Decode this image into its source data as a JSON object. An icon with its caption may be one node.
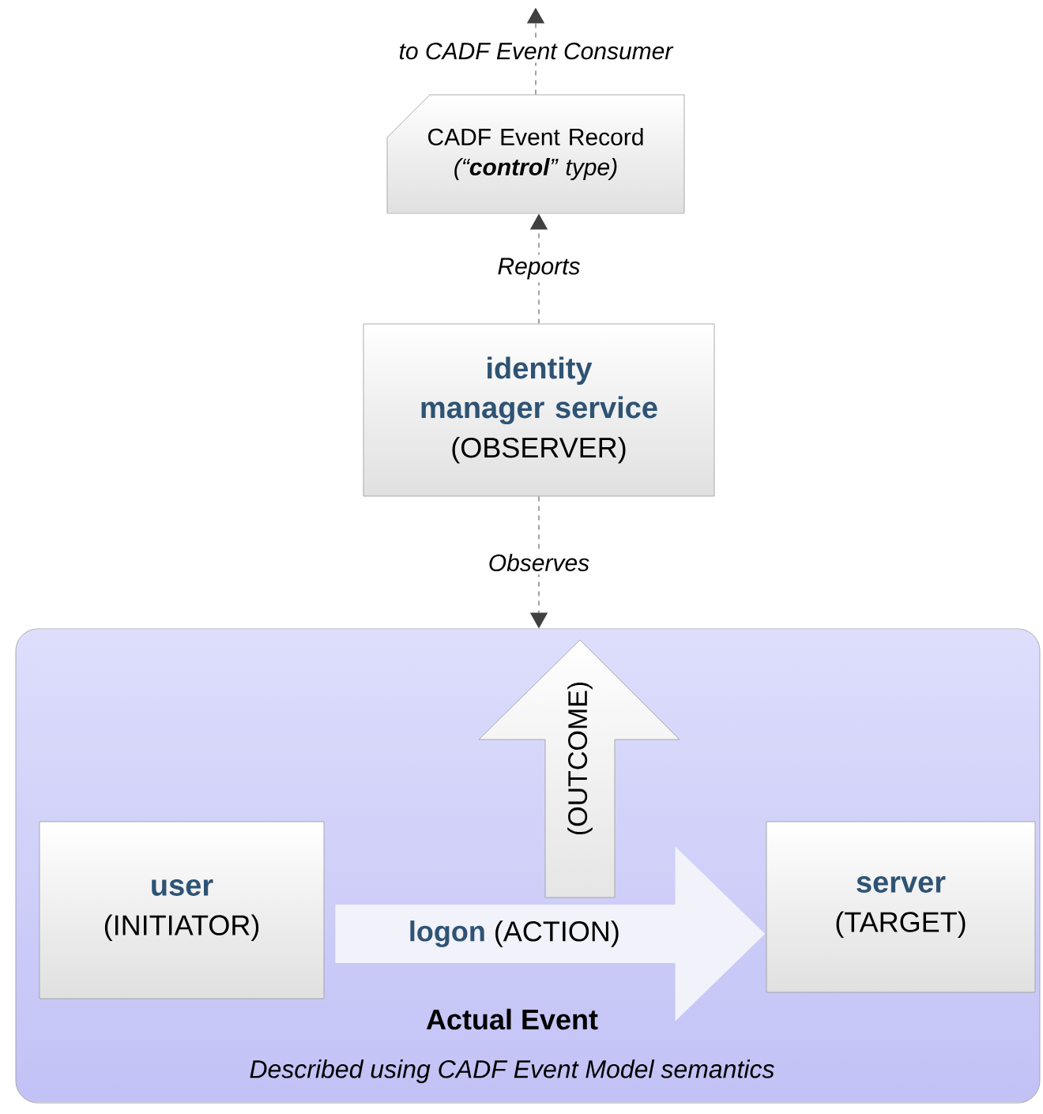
{
  "diagram": {
    "nodes": [
      {
        "text": [
          "CADF Event Record",
          "(“**control**” type)"
        ]
      },
      {
        "text": [
          "identity manager service",
          "(OBSERVER)"
        ]
      },
      {
        "text": [
          "Actual Event",
          "Described using CADF Event Model semantics"
        ]
      },
      {
        "text": [
          "user",
          "(INITIATOR)"
        ],
        "in": 2
      },
      {
        "text": [
          "server",
          "(TARGET)"
        ],
        "in": 2
      },
      {
        "text": [
          "(OUTCOME)"
        ],
        "in": 2
      }
    ],
    "edges": [
      {
        "from": 1,
        "to": 0,
        "arrow": "to",
        "style": "dashed",
        "label": "Reports"
      },
      {
        "from": 0,
        "to": null,
        "arrow": "to",
        "style": "dashed",
        "label": "to CADF Event Consumer"
      },
      {
        "from": 1,
        "to": 2,
        "arrow": "to",
        "style": "dashed",
        "label": "Observes"
      },
      {
        "from": 3,
        "to": 4,
        "arrow": "to",
        "style": "thick",
        "color": "#f2f2fa",
        "label": "**logon** (ACTION)"
      }
    ]
  }
}
